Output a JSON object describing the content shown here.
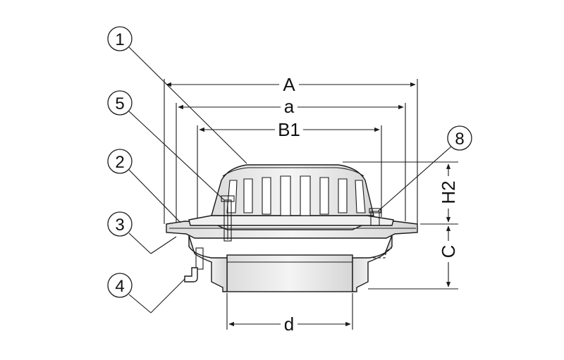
{
  "callouts": [
    "1",
    "5",
    "2",
    "3",
    "4",
    "8"
  ],
  "dimensions": {
    "A": "A",
    "a": "a",
    "B1": "B1",
    "d": "d",
    "H2": "H2",
    "C": "C"
  },
  "colors": {
    "line": "#1a1a1a",
    "body_fill": "#ececec",
    "rib_fill": "#ffffff",
    "background": "#ffffff"
  }
}
